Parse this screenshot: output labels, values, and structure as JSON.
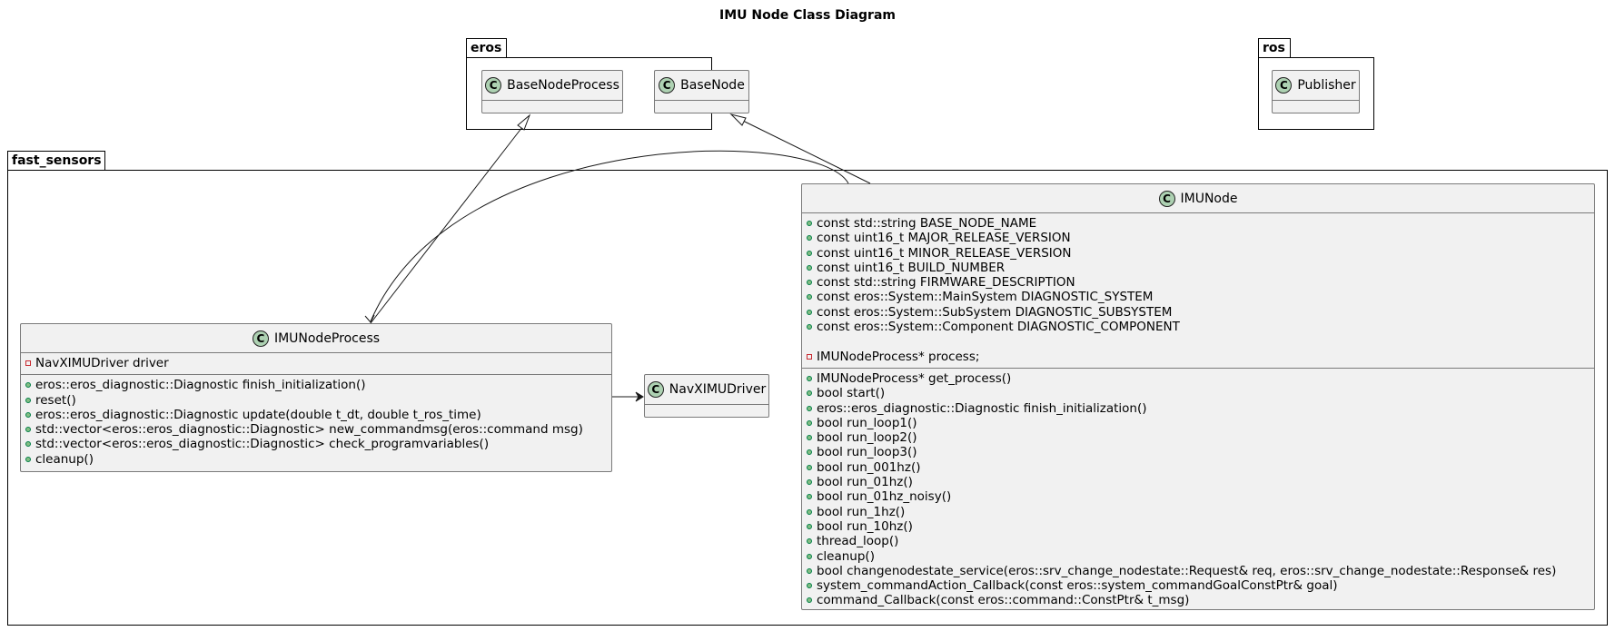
{
  "title": "IMU Node Class Diagram",
  "class_icon_letter": "C",
  "packages": {
    "eros": {
      "name": "eros"
    },
    "ros": {
      "name": "ros"
    },
    "fast_sensors": {
      "name": "fast_sensors"
    }
  },
  "classes": {
    "base_node_process": {
      "name": "BaseNodeProcess"
    },
    "base_node": {
      "name": "BaseNode"
    },
    "publisher": {
      "name": "Publisher"
    },
    "nav_ximu_driver": {
      "name": "NavXIMUDriver"
    },
    "imu_node_process": {
      "name": "IMUNodeProcess",
      "attributes": [
        {
          "visibility": "private",
          "text": "NavXIMUDriver driver"
        }
      ],
      "methods": [
        {
          "visibility": "public",
          "text": "eros::eros_diagnostic::Diagnostic finish_initialization()"
        },
        {
          "visibility": "public",
          "text": "reset()"
        },
        {
          "visibility": "public",
          "text": "eros::eros_diagnostic::Diagnostic update(double t_dt, double t_ros_time)"
        },
        {
          "visibility": "public",
          "text": "std::vector<eros::eros_diagnostic::Diagnostic> new_commandmsg(eros::command msg)"
        },
        {
          "visibility": "public",
          "text": "std::vector<eros::eros_diagnostic::Diagnostic> check_programvariables()"
        },
        {
          "visibility": "public",
          "text": "cleanup()"
        }
      ]
    },
    "imu_node": {
      "name": "IMUNode",
      "attributes": [
        {
          "visibility": "public",
          "text": "const std::string BASE_NODE_NAME"
        },
        {
          "visibility": "public",
          "text": "const uint16_t MAJOR_RELEASE_VERSION"
        },
        {
          "visibility": "public",
          "text": "const uint16_t MINOR_RELEASE_VERSION"
        },
        {
          "visibility": "public",
          "text": "const uint16_t BUILD_NUMBER"
        },
        {
          "visibility": "public",
          "text": "const std::string FIRMWARE_DESCRIPTION"
        },
        {
          "visibility": "public",
          "text": "const eros::System::MainSystem DIAGNOSTIC_SYSTEM"
        },
        {
          "visibility": "public",
          "text": "const eros::System::SubSystem DIAGNOSTIC_SUBSYSTEM"
        },
        {
          "visibility": "public",
          "text": "const eros::System::Component DIAGNOSTIC_COMPONENT"
        },
        {
          "visibility": "blank",
          "text": ""
        },
        {
          "visibility": "private",
          "text": "IMUNodeProcess* process;"
        }
      ],
      "methods": [
        {
          "visibility": "public",
          "text": "IMUNodeProcess* get_process()"
        },
        {
          "visibility": "public",
          "text": "bool start()"
        },
        {
          "visibility": "public",
          "text": "eros::eros_diagnostic::Diagnostic finish_initialization()"
        },
        {
          "visibility": "public",
          "text": "bool run_loop1()"
        },
        {
          "visibility": "public",
          "text": "bool run_loop2()"
        },
        {
          "visibility": "public",
          "text": "bool run_loop3()"
        },
        {
          "visibility": "public",
          "text": "bool run_001hz()"
        },
        {
          "visibility": "public",
          "text": "bool run_01hz()"
        },
        {
          "visibility": "public",
          "text": "bool run_01hz_noisy()"
        },
        {
          "visibility": "public",
          "text": "bool run_1hz()"
        },
        {
          "visibility": "public",
          "text": "bool run_10hz()"
        },
        {
          "visibility": "public",
          "text": "thread_loop()"
        },
        {
          "visibility": "public",
          "text": "cleanup()"
        },
        {
          "visibility": "public",
          "text": "bool changenodestate_service(eros::srv_change_nodestate::Request& req, eros::srv_change_nodestate::Response& res)"
        },
        {
          "visibility": "public",
          "text": "system_commandAction_Callback(const eros::system_commandGoalConstPtr& goal)"
        },
        {
          "visibility": "public",
          "text": "command_Callback(const eros::command::ConstPtr& t_msg)"
        }
      ]
    }
  },
  "relations": [
    {
      "from": "imu_node_process",
      "to": "base_node_process",
      "type": "inheritance"
    },
    {
      "from": "imu_node",
      "to": "base_node",
      "type": "inheritance"
    },
    {
      "from": "imu_node",
      "to": "imu_node_process",
      "type": "association"
    },
    {
      "from": "imu_node_process",
      "to": "nav_ximu_driver",
      "type": "association"
    }
  ],
  "colors": {
    "class_fill": "#f1f1f1",
    "class_border": "#7a7a7a",
    "class_icon": "#add1b2",
    "public_marker": "#84be84",
    "private_marker": "#c82930",
    "package_border": "#000000"
  }
}
